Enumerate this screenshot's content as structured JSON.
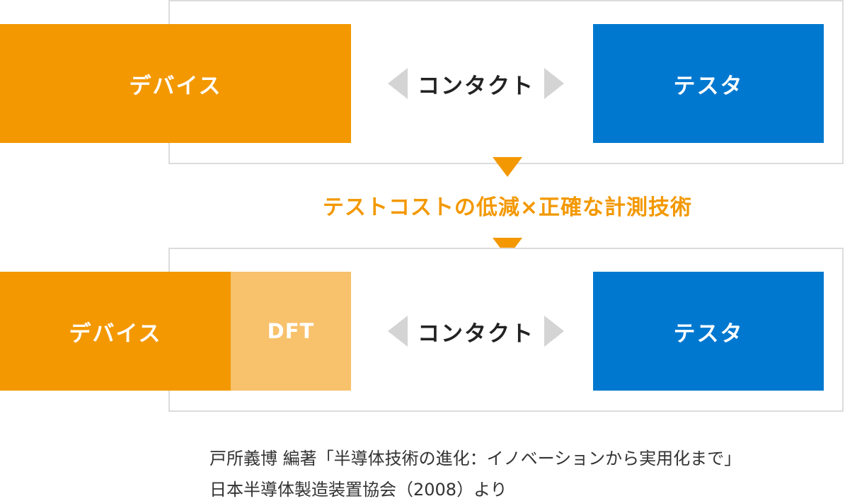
{
  "top_row": {
    "device": "デバイス",
    "contact": "コンタクト",
    "tester": "テスタ"
  },
  "benefit_text": "テストコストの低減×正確な計測技術",
  "bottom_row": {
    "device": "デバイス",
    "dft": "DFT",
    "contact": "コンタクト",
    "tester": "テスタ"
  },
  "source": {
    "line1": "戸所義博 編著「半導体技術の進化：イノベーションから実用化まで」",
    "line2": "日本半導体製造装置協会（2008）より"
  },
  "colors": {
    "device": "#f39800",
    "dft": "#f8c16b",
    "tester": "#0078d0",
    "arrow": "#f39800",
    "contact_arrow": "#d4d4d4",
    "frame_border": "#dcdcdc"
  },
  "icons": [
    "triangle-left-icon",
    "triangle-right-icon",
    "triangle-down-icon"
  ]
}
